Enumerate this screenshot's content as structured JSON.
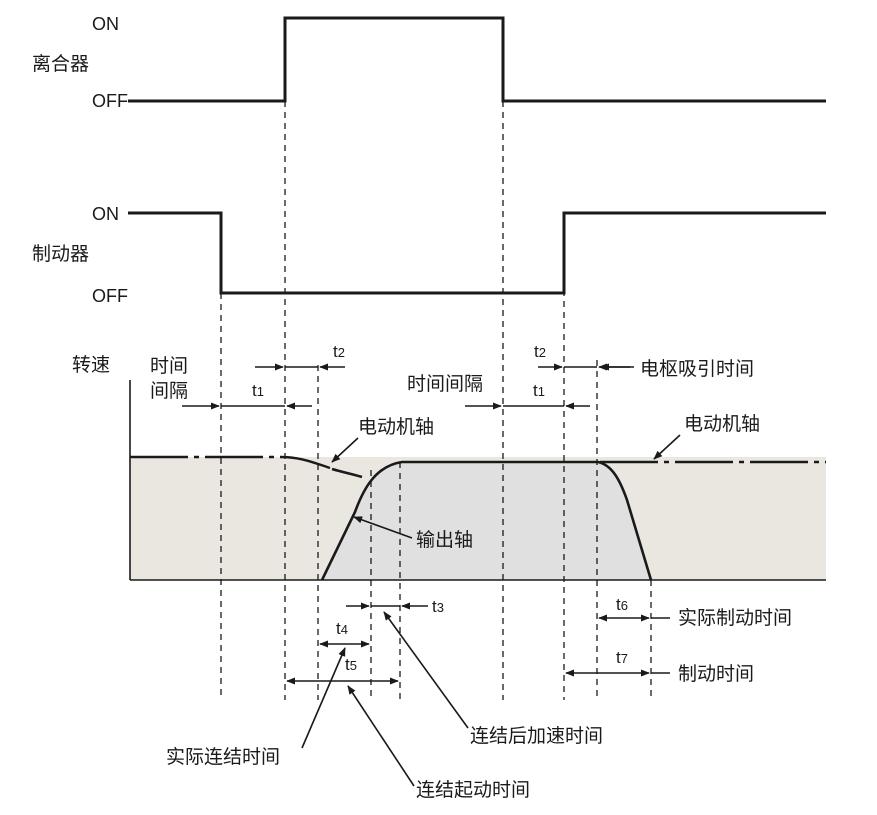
{
  "clutch": {
    "label": "离合器",
    "on": "ON",
    "off": "OFF"
  },
  "brake": {
    "label": "制动器",
    "on": "ON",
    "off": "OFF"
  },
  "speed": {
    "axis_label": "转速"
  },
  "labels": {
    "time_gap_line1": "时间",
    "time_gap_line2": "间隔",
    "time_gap": "时间间隔",
    "armature_time": "电枢吸引时间",
    "motor_shaft": "电动机轴",
    "output_shaft": "输出轴",
    "actual_brake_time": "实际制动时间",
    "brake_time": "制动时间",
    "accel_after_connect": "连结后加速时间",
    "actual_connect_time": "实际连结时间",
    "connect_start_time": "连结起动时间"
  },
  "intervals": {
    "t1": {
      "letter": "t",
      "index": "1"
    },
    "t2": {
      "letter": "t",
      "index": "2"
    },
    "t3": {
      "letter": "t",
      "index": "3"
    },
    "t4": {
      "letter": "t",
      "index": "4"
    },
    "t5": {
      "letter": "t",
      "index": "5"
    },
    "t6": {
      "letter": "t",
      "index": "6"
    },
    "t7": {
      "letter": "t",
      "index": "7"
    }
  },
  "colors": {
    "motor_fill": "#e9e7df",
    "output_fill": "#e0e0e0",
    "ink": "#1a1a1a"
  }
}
